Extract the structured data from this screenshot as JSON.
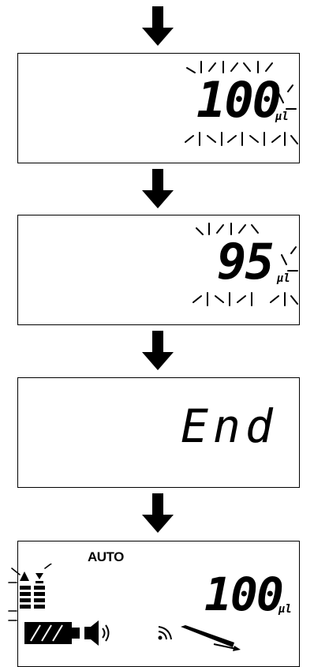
{
  "steps": [
    {
      "value": "100",
      "unit": "µl",
      "state": "flashing"
    },
    {
      "value": "95",
      "unit": "µl",
      "state": "flashing"
    },
    {
      "value": "End",
      "unit": "",
      "state": "static"
    }
  ],
  "final_display": {
    "mode_label": "AUTO",
    "value": "100",
    "unit": "µl",
    "icons": [
      "level-up-down-icon",
      "battery-icon",
      "speaker-icon",
      "signal-icon",
      "pipette-tip-icon"
    ]
  },
  "colors": {
    "ink": "#000000",
    "background": "#ffffff"
  }
}
